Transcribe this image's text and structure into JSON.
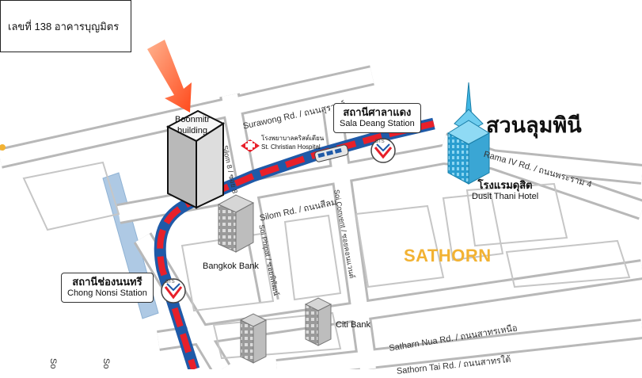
{
  "address": "เลขที่ 138 อาคารบุญมิตร",
  "boonmitr": {
    "line1": "Boonmitr",
    "line2": "building"
  },
  "park": "สวนลุมพินี",
  "district": "SATHORN",
  "roads": {
    "surawong": "Surawong Rd. / ถนนสุรวงศ์",
    "silom": "Silom Rd. / ถนนสีลม",
    "rama4": "Rama IV Rd. / ถนนพระราม 4",
    "sathorn_nua": "Satharn Nua Rd. / ถนนสาทรเหนือ",
    "sathorn_tai": "Sathorn Tai Rd. / ถนนสาทรใต้",
    "silom8": "Silom 8 / ซอย 8",
    "soi_convent": "Soi Convent / ซอยคอนแวนต์",
    "soi_phiphat": "Soi Phipat / ซอยพิพัฒน์",
    "left_road_1": "So",
    "left_road_2": "So"
  },
  "stations": {
    "sala_daeng": {
      "th": "สถานีศาลาแดง",
      "en": "Sala Deang Station"
    },
    "chong_nonsi": {
      "th": "สถานีช่องนนทรี",
      "en": "Chong Nonsi Station"
    }
  },
  "bts_badge": "BTS",
  "hospital": {
    "th": "โรงพยาบาลคริสต์เตียน",
    "en": "St. Christian Hospital"
  },
  "hotel": {
    "th": "โรงแรมดุสิต",
    "en": "Dusit Thani Hotel"
  },
  "bank_bangkok": "Bangkok Bank",
  "bank_citi": "Citi Bank",
  "colors": {
    "bts_red": "#e8202a",
    "bts_blue": "#1f5aa8",
    "arrow_orange": "#ff5a2a",
    "tower_blue": "#3fb6e4",
    "district_yellow": "#f2b233",
    "road_gray": "#b8b8b8",
    "canal_blue": "#aec9e4"
  }
}
